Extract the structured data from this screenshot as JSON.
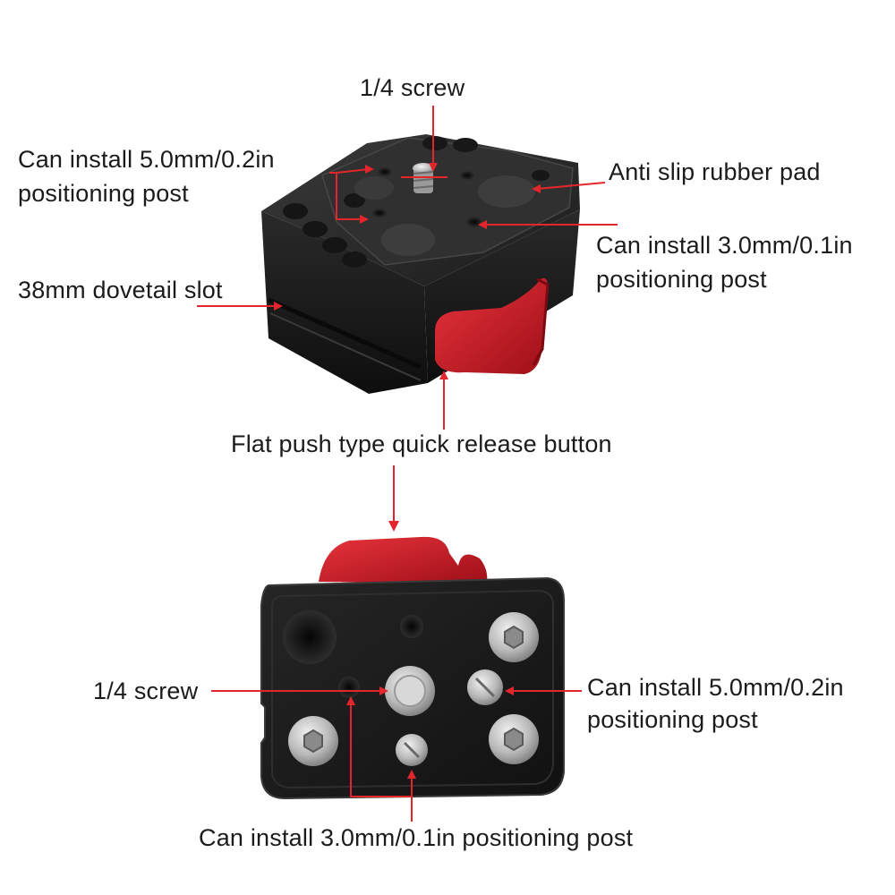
{
  "colors": {
    "leader": "#e3262b",
    "body": "#1a1a1a",
    "knob": "#c5141f",
    "text": "#1b1b1b"
  },
  "top_view": {
    "screw_label": "1/4 screw",
    "post_5mm_label_line1": "Can install 5.0mm/0.2in",
    "post_5mm_label_line2": "positioning post",
    "rubber_pad_label": "Anti slip rubber pad",
    "post_3mm_label_line1": "Can install 3.0mm/0.1in",
    "post_3mm_label_line2": "positioning post",
    "dovetail_label": "38mm dovetail slot",
    "button_label": "Flat push type quick release button"
  },
  "bottom_view": {
    "screw_label": "1/4 screw",
    "post_5mm_label_line1": "Can install 5.0mm/0.2in",
    "post_5mm_label_line2": "positioning post",
    "post_3mm_label": "Can install 3.0mm/0.1in positioning post"
  }
}
